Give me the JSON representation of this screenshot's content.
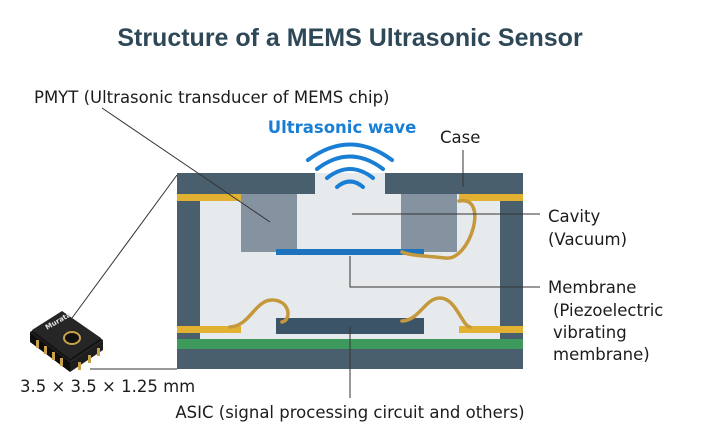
{
  "title": "Structure of a MEMS Ultrasonic Sensor",
  "labels": {
    "pmyt": "PMYT (Ultrasonic transducer of MEMS chip)",
    "wave": "Ultrasonic wave",
    "case": "Case",
    "cavity_1": "Cavity",
    "cavity_2": "(Vacuum)",
    "membrane_1": "Membrane",
    "membrane_2": "(Piezoelectric",
    "membrane_3": "vibrating",
    "membrane_4": "membrane)",
    "size": "3.5 × 3.5 × 1.25 mm",
    "asic": "ASIC (signal processing circuit and others)"
  },
  "chip_logo": "Murata",
  "colors": {
    "title": "#2e4858",
    "case": "#4a5f6e",
    "case_interior": "#e6eaec",
    "mems_block": "#8593a0",
    "membrane": "#1e73be",
    "wave": "#1a7fd4",
    "gold": "#e3b132",
    "wire": "#c6983c",
    "asic": "#3c5468",
    "pcb_green": "#3e9a5c",
    "leader": "#333333"
  }
}
